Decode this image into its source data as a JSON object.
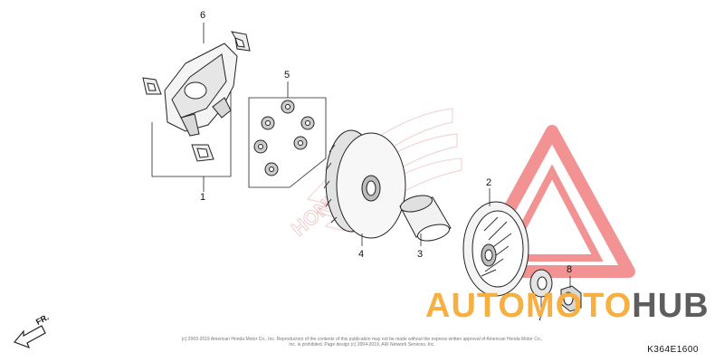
{
  "callouts": {
    "p1": "1",
    "p2": "2",
    "p3": "3",
    "p4": "4",
    "p5": "5",
    "p6": "6",
    "p7": "7",
    "p8": "8"
  },
  "watermark": {
    "brand_part1": "AUTOMOTO",
    "brand_part2": "HUB",
    "logo_color": "#f08080",
    "brand_color_1": "#f5b041",
    "brand_color_2": "#5d5d5d"
  },
  "direction_label": "FR.",
  "copyright_text": "(c) 2003-2019 American Honda Motor Co., Inc. Reproduction of the contents of this publication may not be made without the express written approval of American Honda Motor Co., Inc. is prohibited. Page design (c) 2004-2019, ARI Network Services, Inc.",
  "diagram_code": "K364E1600"
}
